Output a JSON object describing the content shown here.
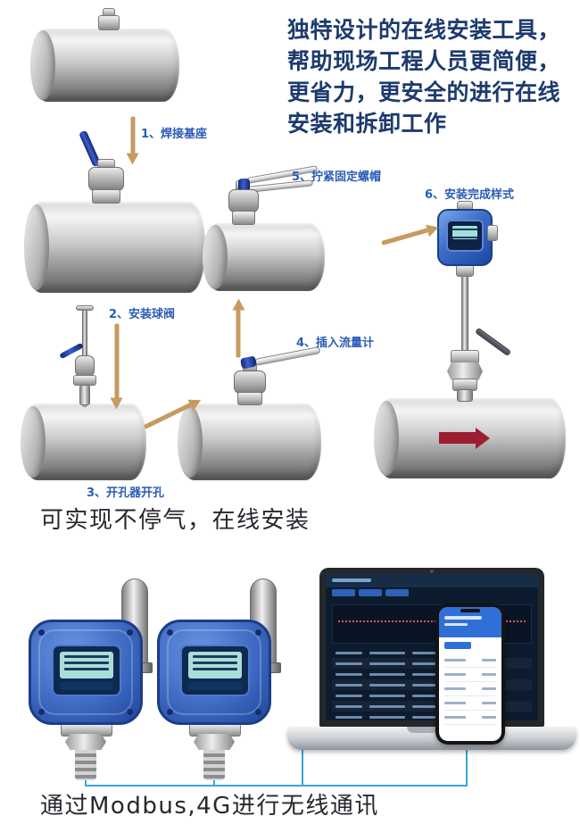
{
  "intro": {
    "text": "独特设计的在线安装工具， 帮助现场工程人员更简便， 更省力，更安全的进行在线安装和拆卸工作"
  },
  "steps": [
    {
      "label": "1、焊接基座"
    },
    {
      "label": "2、安装球阀"
    },
    {
      "label": "3、开孔器开孔"
    },
    {
      "label": "4、插入流量计"
    },
    {
      "label": "5、拧紧固定螺帽"
    },
    {
      "label": "6、安装完成样式"
    }
  ],
  "captions": {
    "online_install": "可实现不停气，在线安装",
    "communication": "通过Modbus,4G进行无线通讯"
  },
  "colors": {
    "heading_text": "#1d3a6e",
    "step_label": "#2a5cb7",
    "arrow_gold": "#c59b61",
    "flow_arrow_red": "#9c1d2f",
    "device_blue": "#3c68c0",
    "connection_line": "#38a5da"
  }
}
